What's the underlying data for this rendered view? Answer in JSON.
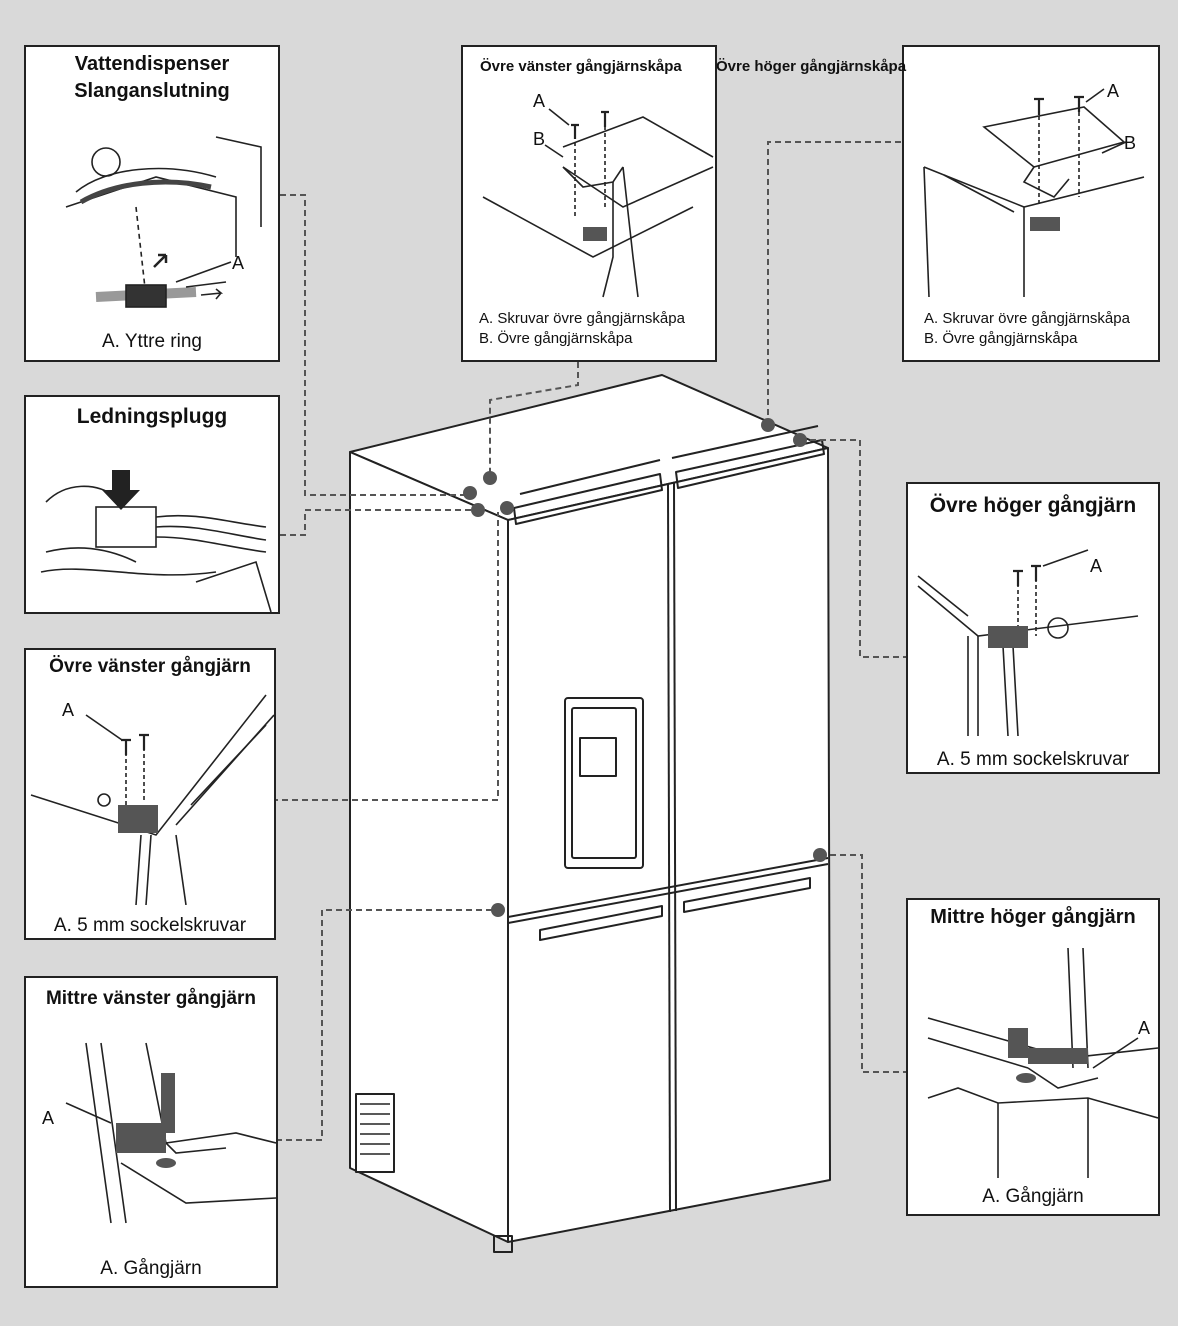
{
  "colors": {
    "background": "#d9d9d9",
    "panel": "#ffffff",
    "line": "#222222",
    "metal": "#555555"
  },
  "panels": {
    "water": {
      "title_line1": "Vattendispenser",
      "title_line2": "Slanganslutning",
      "callout_a": "A",
      "caption": "A. Yttre ring"
    },
    "plug": {
      "title": "Ledningsplugg"
    },
    "top_left_cover": {
      "title": "Övre vänster gångjärnskåpa",
      "callout_a": "A",
      "callout_b": "B",
      "caption_a": "A. Skruvar övre gångjärnskåpa",
      "caption_b": "B. Övre gångjärnskåpa"
    },
    "top_right_cover": {
      "title": "Övre höger gångjärnskåpa",
      "callout_a": "A",
      "callout_b": "B",
      "caption_a": "A. Skruvar övre gångjärnskåpa",
      "caption_b": "B. Övre gångjärnskåpa"
    },
    "top_left_hinge": {
      "title": "Övre vänster gångjärn",
      "callout_a": "A",
      "caption": "A. 5 mm sockelskruvar"
    },
    "top_right_hinge": {
      "title": "Övre höger gångjärn",
      "callout_a": "A",
      "caption": "A. 5 mm sockelskruvar"
    },
    "mid_left_hinge": {
      "title": "Mittre vänster gångjärn",
      "callout_a": "A",
      "caption": "A. Gångjärn"
    },
    "mid_right_hinge": {
      "title": "Mittre höger gångjärn",
      "callout_a": "A",
      "caption": "A. Gångjärn"
    }
  }
}
